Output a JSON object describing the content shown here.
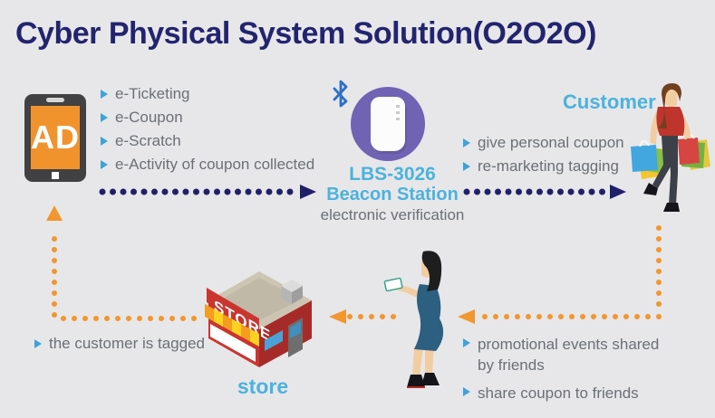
{
  "title": "Cyber Physical System Solution(O2O2O)",
  "tablet": {
    "label": "AD"
  },
  "eservices": {
    "items": [
      "e-Ticketing",
      "e-Coupon",
      "e-Scratch",
      "e-Activity of coupon collected"
    ]
  },
  "beacon": {
    "model": "LBS-3026",
    "name": "Beacon Station",
    "caption": "electronic verification"
  },
  "customer": {
    "label": "Customer",
    "items": [
      "give personal coupon",
      "re-marketing tagging"
    ]
  },
  "store": {
    "label": "store",
    "sign": "STORE"
  },
  "tagging": {
    "note": "the customer is tagged"
  },
  "sharing": {
    "items": [
      "promotional events shared by friends",
      "share coupon to friends"
    ]
  },
  "icons": {
    "bluetooth": "bluetooth-icon",
    "bullet": "triangle-bullet-icon",
    "ad_tablet": "ad-tablet-icon",
    "beacon": "beacon-device-icon",
    "store": "store-illustration",
    "customer": "customer-shopper-illustration",
    "sharer": "woman-with-phone-illustration"
  },
  "colors": {
    "background": "#e7e7e9",
    "title_navy": "#23246f",
    "text_gray": "#6b7076",
    "accent_cyan": "#4cb2dc",
    "bullet_blue": "#3fa3d6",
    "arrow_navy": "#1f2069",
    "arrow_orange": "#f2962e",
    "tablet_orange": "#f0932d",
    "beacon_purple": "#7063b4",
    "bluetooth_blue": "#2e6fc9",
    "store_red": "#ca3530"
  }
}
